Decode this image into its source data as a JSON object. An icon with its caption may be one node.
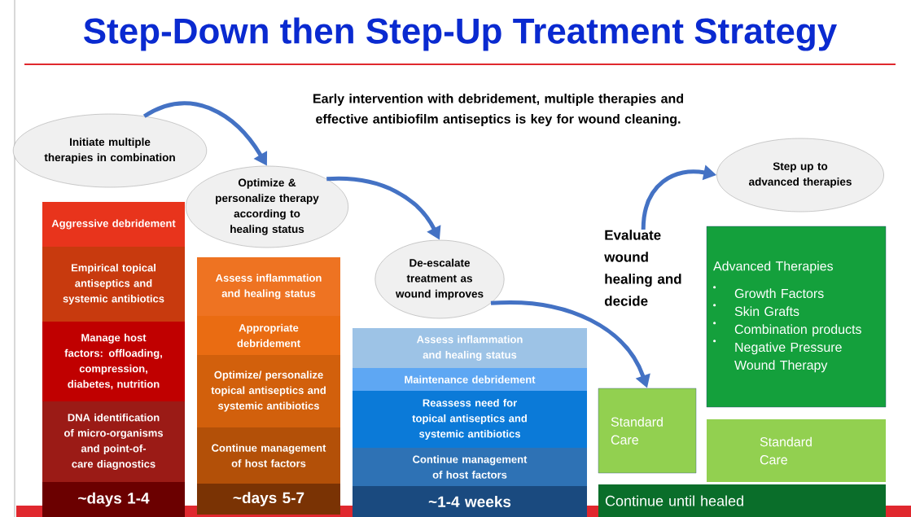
{
  "diagram": {
    "title": "Step-Down then Step-Up Treatment Strategy",
    "nodes": [
      {
        "text": [
          "Initiate multiple therapies in combination"
        ]
      },
      {
        "text": [
          "Optimize & personalize therapy according to healing status"
        ]
      },
      {
        "text": [
          "De-escalate treatment as wound improves"
        ]
      },
      {
        "text": [
          "Step up to advanced therapies"
        ]
      },
      {
        "text": [
          "Evaluate wound healing and decide"
        ]
      },
      {
        "text": [
          "Aggressive debridement"
        ]
      },
      {
        "text": [
          "Empirical topical antiseptics and systemic antibiotics"
        ]
      },
      {
        "text": [
          "Manage host factors: offloading, compression, diabetes, nutrition"
        ]
      },
      {
        "text": [
          "DNA identification of micro-organisms and point-of-care diagnostics"
        ]
      },
      {
        "text": [
          "~days 1-4"
        ]
      },
      {
        "text": [
          "Assess inflammation and healing status"
        ]
      },
      {
        "text": [
          "Appropriate debridement"
        ]
      },
      {
        "text": [
          "Optimize/ personalize topical antiseptics and systemic antibiotics"
        ]
      },
      {
        "text": [
          "Continue management of host factors"
        ]
      },
      {
        "text": [
          "~days 5-7"
        ]
      },
      {
        "text": [
          "Assess inflammation and healing status"
        ]
      },
      {
        "text": [
          "Maintenance debridement"
        ]
      },
      {
        "text": [
          "Reassess need for topical antiseptics and systemic antibiotics"
        ]
      },
      {
        "text": [
          "Continue management of host factors"
        ]
      },
      {
        "text": [
          "~1-4 weeks"
        ]
      },
      {
        "text": [
          "Standard Care"
        ]
      },
      {
        "text": [
          "Advanced Therapies",
          "Growth Factors",
          "Skin Grafts",
          "Combination products",
          "Negative Pressure Wound Therapy"
        ]
      },
      {
        "text": [
          "Standard Care"
        ]
      },
      {
        "text": [
          "Continue until healed"
        ]
      }
    ],
    "edges": [
      {
        "from": 0,
        "to": 1,
        "arrow": "to"
      },
      {
        "from": 1,
        "to": 2,
        "arrow": "to"
      },
      {
        "from": 2,
        "to": 20,
        "arrow": "to"
      },
      {
        "from": 4,
        "to": 3,
        "arrow": "to"
      }
    ],
    "labels": [
      "Early intervention with debridement, multiple therapies and effective antibiofilm antiseptics is key for wound cleaning."
    ]
  }
}
